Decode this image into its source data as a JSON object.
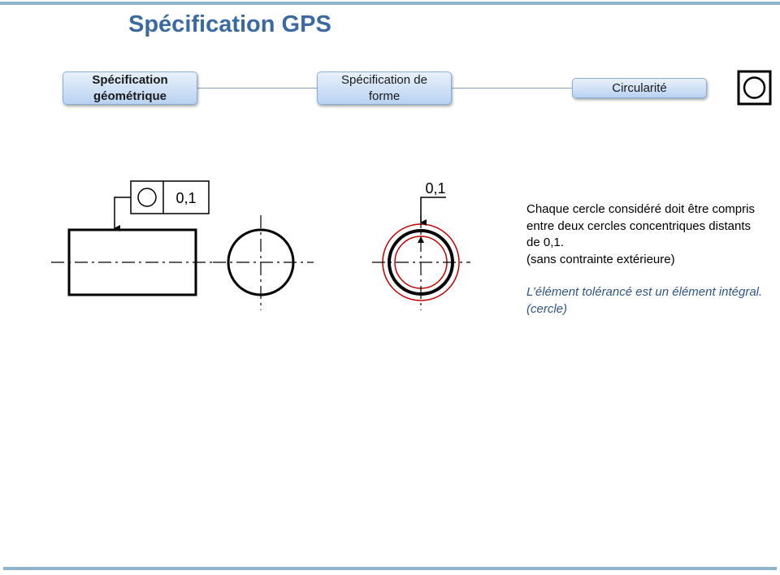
{
  "title": "Spécification GPS",
  "hierarchy": {
    "level1": [
      "Spécification",
      "géométrique"
    ],
    "level2": [
      "Spécification de",
      "forme"
    ],
    "level3": "Circularité"
  },
  "symbol_icon": "circularity-symbol",
  "left_drawing": {
    "tolerance_frame": {
      "symbol": "circularity-symbol",
      "value": "0,1"
    }
  },
  "right_drawing": {
    "dimension_value": "0,1",
    "colors": {
      "part_circle": "#000000",
      "tolerance_zone": "#c00000"
    }
  },
  "description": {
    "lines": [
      "Chaque cercle considéré doit être compris",
      "entre deux cercles concentriques distants",
      "de 0,1.",
      "(sans contrainte extérieure)"
    ],
    "note_lines": [
      "L’élément tolérancé est un élément intégral.",
      "(cercle)"
    ]
  },
  "colors": {
    "title": "#3b6aa3",
    "bars": "#8fb3c9",
    "note": "#2f5587",
    "node_border": "#8aaed6"
  }
}
